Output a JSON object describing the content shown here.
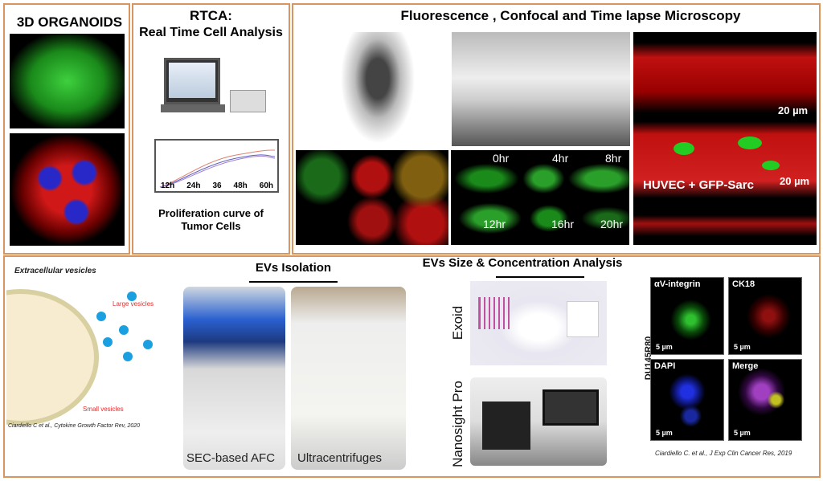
{
  "organoids": {
    "title": "3D ORGANOIDS"
  },
  "rtca": {
    "title_line1": "RTCA:",
    "title_line2": "Real Time Cell Analysis",
    "chart_ticks": [
      "12h",
      "24h",
      "36",
      "48h",
      "60h"
    ],
    "caption_line1": "Proliferation curve of",
    "caption_line2": "Tumor Cells"
  },
  "microscopy": {
    "title": "Fluorescence , Confocal and Time lapse Microscopy",
    "timelapse_labels": [
      "0hr",
      "4hr",
      "8hr",
      "12hr",
      "16hr",
      "20hr"
    ],
    "scale_top": "20 µm",
    "scale_bottom": "20 µm",
    "huvec_label": "HUVEC + GFP-Sarc"
  },
  "ev_diagram": {
    "title": "Extracellular vesicles",
    "large_label": "Large vesicles",
    "small_label": "Small vesicles",
    "citation": "Ciardiello C et al., Cytokine Growth Factor Rev, 2020"
  },
  "isolation": {
    "title": "EVs Isolation",
    "items": [
      {
        "label": "SEC-based AFC"
      },
      {
        "label": "Ultracentrifuges"
      }
    ]
  },
  "analysis": {
    "title": "EVs Size & Concentration Analysis",
    "devices": [
      {
        "label": "Exoid"
      },
      {
        "label": "Nanosight Pro"
      }
    ]
  },
  "staining": {
    "row_label": "DU145R80",
    "cells": [
      {
        "label": "αV-integrin",
        "scale": "5 µm",
        "color": "#2fc02f"
      },
      {
        "label": "CK18",
        "scale": "5 µm",
        "color": "#c02020"
      },
      {
        "label": "DAPI",
        "scale": "5 µm",
        "color": "#2030e0"
      },
      {
        "label": "Merge",
        "scale": "5 µm",
        "color": "#a040c0"
      }
    ],
    "citation": "Ciardiello C. et al., J Exp Clin Cancer Res, 2019"
  }
}
